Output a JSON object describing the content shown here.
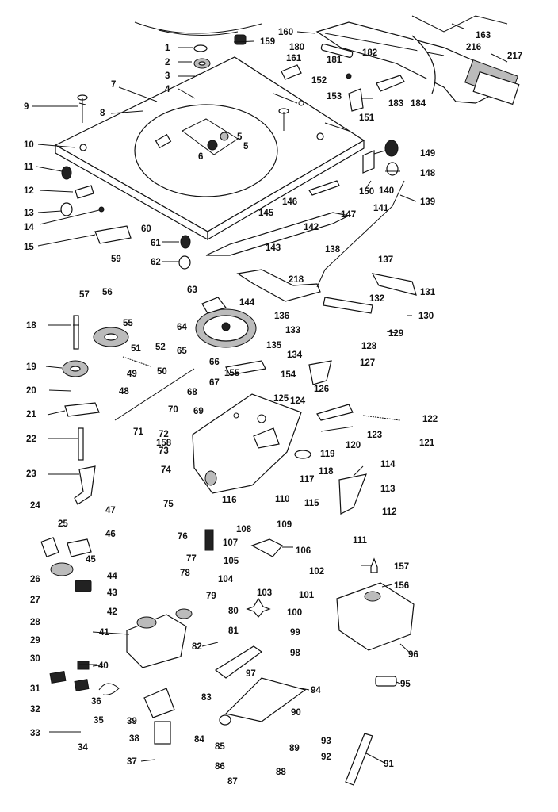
{
  "diagram": {
    "type": "exploded-parts-diagram",
    "labels": [
      {
        "id": "1",
        "text": "1"
      },
      {
        "id": "2",
        "text": "2"
      },
      {
        "id": "3",
        "text": "3"
      },
      {
        "id": "4",
        "text": "4"
      },
      {
        "id": "5a",
        "text": "5"
      },
      {
        "id": "5b",
        "text": "5"
      },
      {
        "id": "6",
        "text": "6"
      },
      {
        "id": "7",
        "text": "7"
      },
      {
        "id": "8",
        "text": "8"
      },
      {
        "id": "9",
        "text": "9"
      },
      {
        "id": "10",
        "text": "10"
      },
      {
        "id": "11",
        "text": "11"
      },
      {
        "id": "12",
        "text": "12"
      },
      {
        "id": "13",
        "text": "13"
      },
      {
        "id": "14",
        "text": "14"
      },
      {
        "id": "15",
        "text": "15"
      },
      {
        "id": "18",
        "text": "18"
      },
      {
        "id": "19",
        "text": "19"
      },
      {
        "id": "20",
        "text": "20"
      },
      {
        "id": "21",
        "text": "21"
      },
      {
        "id": "22",
        "text": "22"
      },
      {
        "id": "23",
        "text": "23"
      },
      {
        "id": "24",
        "text": "24"
      },
      {
        "id": "25",
        "text": "25"
      },
      {
        "id": "26",
        "text": "26"
      },
      {
        "id": "27",
        "text": "27"
      },
      {
        "id": "28",
        "text": "28"
      },
      {
        "id": "29",
        "text": "29"
      },
      {
        "id": "30",
        "text": "30"
      },
      {
        "id": "31",
        "text": "31"
      },
      {
        "id": "32",
        "text": "32"
      },
      {
        "id": "33",
        "text": "33"
      },
      {
        "id": "34",
        "text": "34"
      },
      {
        "id": "35",
        "text": "35"
      },
      {
        "id": "36",
        "text": "36"
      },
      {
        "id": "37",
        "text": "37"
      },
      {
        "id": "38",
        "text": "38"
      },
      {
        "id": "39",
        "text": "39"
      },
      {
        "id": "40",
        "text": "40"
      },
      {
        "id": "41",
        "text": "41"
      },
      {
        "id": "42",
        "text": "42"
      },
      {
        "id": "43",
        "text": "43"
      },
      {
        "id": "44",
        "text": "44"
      },
      {
        "id": "45",
        "text": "45"
      },
      {
        "id": "46",
        "text": "46"
      },
      {
        "id": "47",
        "text": "47"
      },
      {
        "id": "48",
        "text": "48"
      },
      {
        "id": "49",
        "text": "49"
      },
      {
        "id": "50",
        "text": "50"
      },
      {
        "id": "51",
        "text": "51"
      },
      {
        "id": "52",
        "text": "52"
      },
      {
        "id": "55",
        "text": "55"
      },
      {
        "id": "56",
        "text": "56"
      },
      {
        "id": "57",
        "text": "57"
      },
      {
        "id": "59",
        "text": "59"
      },
      {
        "id": "60",
        "text": "60"
      },
      {
        "id": "61",
        "text": "61"
      },
      {
        "id": "62",
        "text": "62"
      },
      {
        "id": "63",
        "text": "63"
      },
      {
        "id": "64",
        "text": "64"
      },
      {
        "id": "65",
        "text": "65"
      },
      {
        "id": "66",
        "text": "66"
      },
      {
        "id": "67",
        "text": "67"
      },
      {
        "id": "68",
        "text": "68"
      },
      {
        "id": "69",
        "text": "69"
      },
      {
        "id": "70",
        "text": "70"
      },
      {
        "id": "71",
        "text": "71"
      },
      {
        "id": "72",
        "text": "72"
      },
      {
        "id": "73",
        "text": "73"
      },
      {
        "id": "74",
        "text": "74"
      },
      {
        "id": "75",
        "text": "75"
      },
      {
        "id": "76",
        "text": "76"
      },
      {
        "id": "77",
        "text": "77"
      },
      {
        "id": "78",
        "text": "78"
      },
      {
        "id": "79",
        "text": "79"
      },
      {
        "id": "80",
        "text": "80"
      },
      {
        "id": "81",
        "text": "81"
      },
      {
        "id": "82",
        "text": "82"
      },
      {
        "id": "83",
        "text": "83"
      },
      {
        "id": "84",
        "text": "84"
      },
      {
        "id": "85",
        "text": "85"
      },
      {
        "id": "86",
        "text": "86"
      },
      {
        "id": "87",
        "text": "87"
      },
      {
        "id": "88",
        "text": "88"
      },
      {
        "id": "89",
        "text": "89"
      },
      {
        "id": "90",
        "text": "90"
      },
      {
        "id": "91",
        "text": "91"
      },
      {
        "id": "92",
        "text": "92"
      },
      {
        "id": "93",
        "text": "93"
      },
      {
        "id": "94",
        "text": "94"
      },
      {
        "id": "95",
        "text": "95"
      },
      {
        "id": "96",
        "text": "96"
      },
      {
        "id": "97",
        "text": "97"
      },
      {
        "id": "98",
        "text": "98"
      },
      {
        "id": "99",
        "text": "99"
      },
      {
        "id": "100",
        "text": "100"
      },
      {
        "id": "101",
        "text": "101"
      },
      {
        "id": "102",
        "text": "102"
      },
      {
        "id": "103",
        "text": "103"
      },
      {
        "id": "104",
        "text": "104"
      },
      {
        "id": "105",
        "text": "105"
      },
      {
        "id": "106",
        "text": "106"
      },
      {
        "id": "107",
        "text": "107"
      },
      {
        "id": "108",
        "text": "108"
      },
      {
        "id": "109",
        "text": "109"
      },
      {
        "id": "110",
        "text": "110"
      },
      {
        "id": "111",
        "text": "111"
      },
      {
        "id": "112",
        "text": "112"
      },
      {
        "id": "113",
        "text": "113"
      },
      {
        "id": "114",
        "text": "114"
      },
      {
        "id": "115",
        "text": "115"
      },
      {
        "id": "116",
        "text": "116"
      },
      {
        "id": "117",
        "text": "117"
      },
      {
        "id": "118",
        "text": "118"
      },
      {
        "id": "119",
        "text": "119"
      },
      {
        "id": "120",
        "text": "120"
      },
      {
        "id": "121",
        "text": "121"
      },
      {
        "id": "122",
        "text": "122"
      },
      {
        "id": "123",
        "text": "123"
      },
      {
        "id": "124",
        "text": "124"
      },
      {
        "id": "125",
        "text": "125"
      },
      {
        "id": "126",
        "text": "126"
      },
      {
        "id": "127",
        "text": "127"
      },
      {
        "id": "128",
        "text": "128"
      },
      {
        "id": "129",
        "text": "129"
      },
      {
        "id": "130",
        "text": "130"
      },
      {
        "id": "131",
        "text": "131"
      },
      {
        "id": "132",
        "text": "132"
      },
      {
        "id": "133",
        "text": "133"
      },
      {
        "id": "134",
        "text": "134"
      },
      {
        "id": "135",
        "text": "135"
      },
      {
        "id": "136",
        "text": "136"
      },
      {
        "id": "137",
        "text": "137"
      },
      {
        "id": "138",
        "text": "138"
      },
      {
        "id": "139",
        "text": "139"
      },
      {
        "id": "140",
        "text": "140"
      },
      {
        "id": "141",
        "text": "141"
      },
      {
        "id": "142",
        "text": "142"
      },
      {
        "id": "143",
        "text": "143"
      },
      {
        "id": "144",
        "text": "144"
      },
      {
        "id": "145",
        "text": "145"
      },
      {
        "id": "146",
        "text": "146"
      },
      {
        "id": "147",
        "text": "147"
      },
      {
        "id": "148",
        "text": "148"
      },
      {
        "id": "149",
        "text": "149"
      },
      {
        "id": "150",
        "text": "150"
      },
      {
        "id": "151",
        "text": "151"
      },
      {
        "id": "152",
        "text": "152"
      },
      {
        "id": "153",
        "text": "153"
      },
      {
        "id": "154",
        "text": "154"
      },
      {
        "id": "155",
        "text": "155"
      },
      {
        "id": "156",
        "text": "156"
      },
      {
        "id": "157",
        "text": "157"
      },
      {
        "id": "158",
        "text": "158"
      },
      {
        "id": "159",
        "text": "159"
      },
      {
        "id": "160",
        "text": "160"
      },
      {
        "id": "161",
        "text": "161"
      },
      {
        "id": "163",
        "text": "163"
      },
      {
        "id": "180",
        "text": "180"
      },
      {
        "id": "181",
        "text": "181"
      },
      {
        "id": "182",
        "text": "182"
      },
      {
        "id": "183",
        "text": "183"
      },
      {
        "id": "184",
        "text": "184"
      },
      {
        "id": "216",
        "text": "216"
      },
      {
        "id": "217",
        "text": "217"
      },
      {
        "id": "218",
        "text": "218"
      }
    ]
  }
}
